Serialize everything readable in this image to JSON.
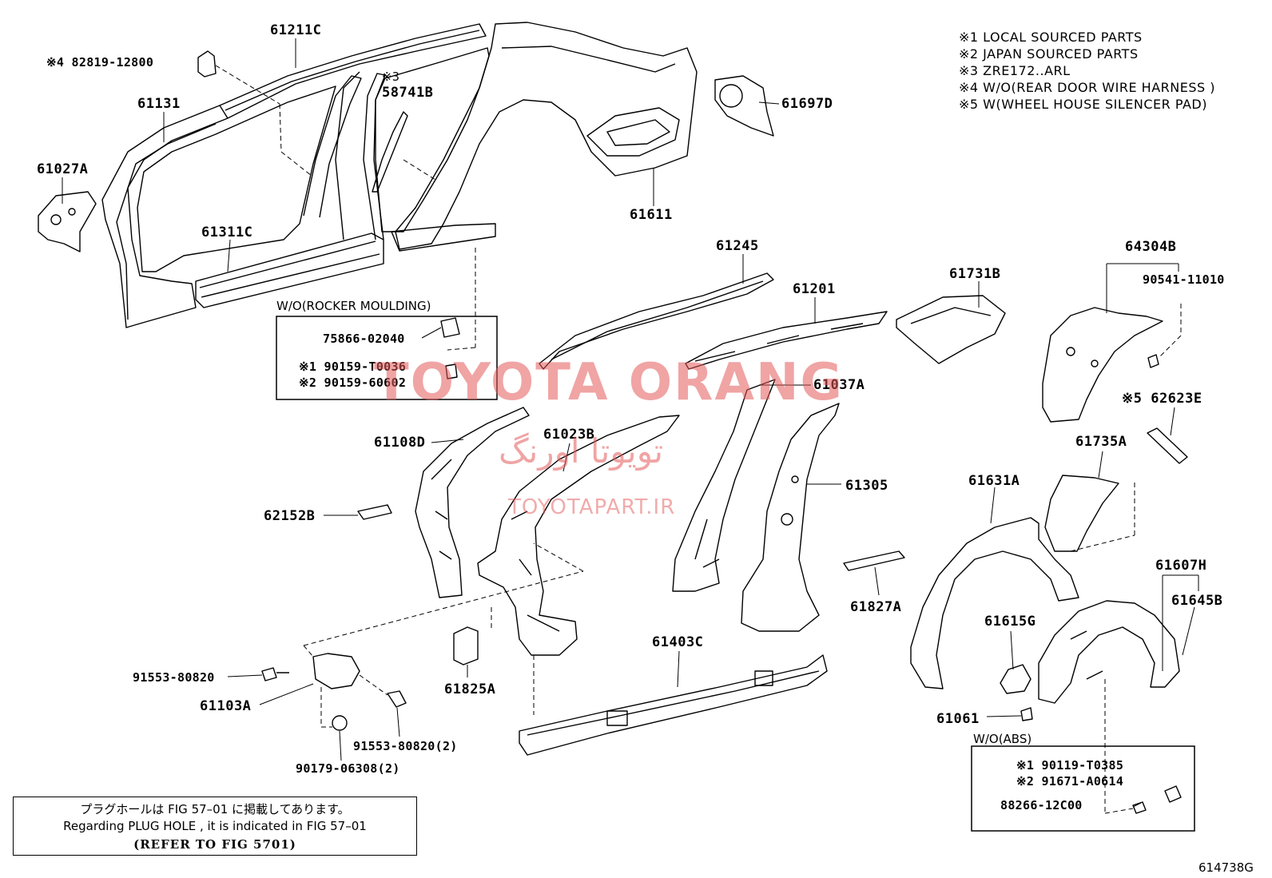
{
  "legend": [
    "※1 LOCAL SOURCED PARTS",
    "※2 JAPAN SOURCED PARTS",
    "※3 ZRE172..ARL",
    "※4 W/O(REAR DOOR  WIRE HARNESS )",
    "※5 W(WHEEL HOUSE SILENCER PAD)"
  ],
  "labels": {
    "p82819": "※4 82819-12800",
    "p61211C": "61211C",
    "p3": "※3",
    "p58741B": "58741B",
    "p61131": "61131",
    "p61027A": "61027A",
    "p61311C": "61311C",
    "p61611": "61611",
    "p61697D": "61697D",
    "p61245": "61245",
    "p61201": "61201",
    "p61731B": "61731B",
    "p64304B": "64304B",
    "p90541": "90541-11010",
    "p61037A": "61037A",
    "p62623E": "※5 62623E",
    "p61108D": "61108D",
    "p61023B": "61023B",
    "p61305": "61305",
    "p61735A": "61735A",
    "p61631A": "61631A",
    "p62152B": "62152B",
    "p61827A": "61827A",
    "p61607H": "61607H",
    "p61645B": "61645B",
    "p61615G": "61615G",
    "p61403C": "61403C",
    "p61825A": "61825A",
    "p91553a": "91553-80820",
    "p61103A": "61103A",
    "p91553b": "91553-80820(2)",
    "p90179": "90179-06308(2)",
    "p61061": "61061"
  },
  "rocker_box": {
    "caption": "W/O(ROCKER MOULDING)",
    "line1": "75866-02040",
    "line2": "※1 90159-T0036",
    "line3": "※2 90159-60602"
  },
  "abs_box": {
    "caption": "W/O(ABS)",
    "line1": "※1 90119-T0385",
    "line2": "※2 91671-A0614",
    "line3": "88266-12C00"
  },
  "note": {
    "jp": "プラグホールは FIG 57–01 に掲載してあります。",
    "en": "Regarding  PLUG  HOLE , it is indicated in  FIG  57–01",
    "ref": "(REFER TO FIG 5701)"
  },
  "watermark": {
    "brand": "TOYOTA ORANG",
    "persian": "تویوتا اورنگ",
    "site": "TOYOTAPART.IR"
  },
  "figure_number": "614738G"
}
